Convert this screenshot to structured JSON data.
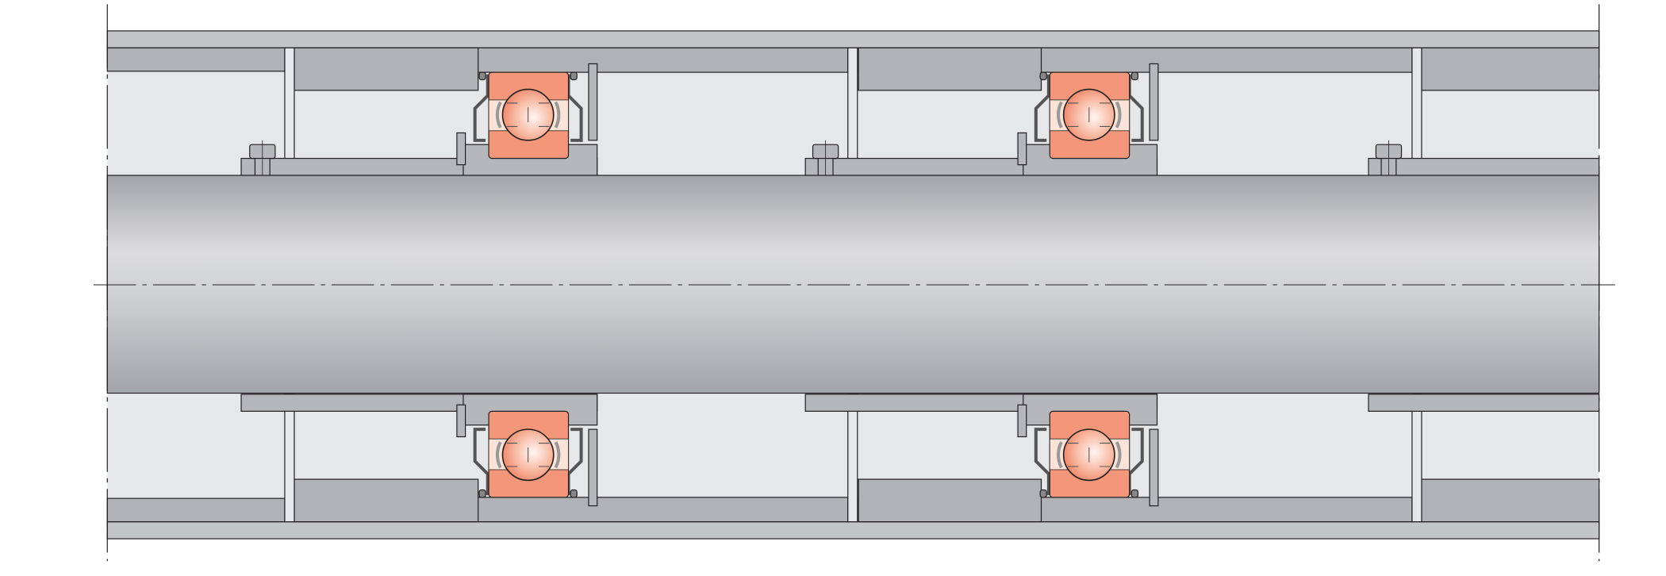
{
  "diagram": {
    "subject": "shaft-with-bearings",
    "colors": {
      "tube": "#c4c5c7",
      "housing": "#b1b2b5",
      "cavity": "#e6e7e9",
      "sleeve": "#b6b7ba",
      "bearing_ring": "#f4967a",
      "bearing_cage": "#fbe3d8",
      "stroke": "#231f20"
    },
    "bearing_count": 4,
    "bolt_count": 3
  }
}
